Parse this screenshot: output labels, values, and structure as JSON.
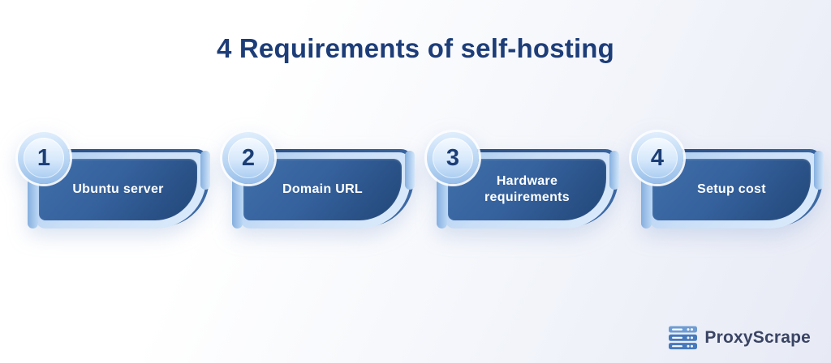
{
  "title": "4 Requirements of self-hosting",
  "steps": [
    {
      "number": "1",
      "label": "Ubuntu server"
    },
    {
      "number": "2",
      "label": "Domain URL"
    },
    {
      "number": "3",
      "label": "Hardware requirements"
    },
    {
      "number": "4",
      "label": "Setup cost"
    }
  ],
  "brand": {
    "name": "ProxyScrape",
    "icon": "server-stack-icon"
  },
  "colors": {
    "title_text": "#1d3d78",
    "card_dark_start": "#406fa9",
    "card_dark_end": "#224778",
    "card_light_frame": "#cde2f8",
    "badge_number": "#1c3e76",
    "card_label_text": "#ffffff",
    "brand_text": "#3a4464",
    "brand_icon_blue": "#4679bc",
    "background_start": "#ffffff",
    "background_end": "#e7eaf5"
  }
}
